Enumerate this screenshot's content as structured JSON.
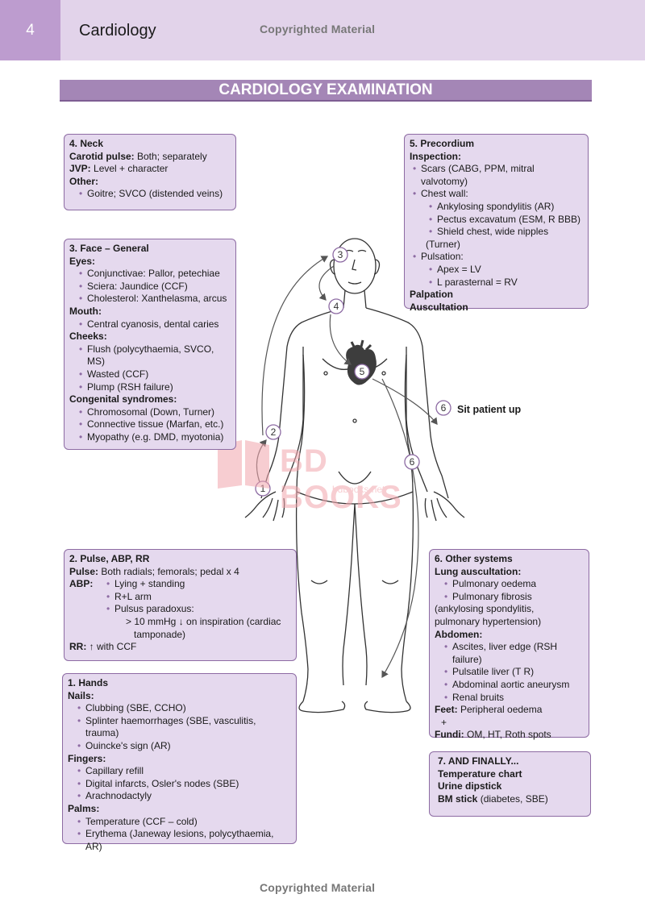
{
  "header": {
    "page_number": "4",
    "chapter": "Cardiology",
    "copyright_top": "Copyrighted Material"
  },
  "title": "CARDIOLOGY EXAMINATION",
  "footer": {
    "copyright_bottom": "Copyrighted Material"
  },
  "watermark": {
    "text": "BD BOOKS",
    "sub": "bdbooks.net"
  },
  "neck": {
    "heading": "4. Neck",
    "carotid_label": "Carotid pulse:",
    "carotid_value": " Both; separately",
    "jvp_label": "JVP:",
    "jvp_value": " Level + character",
    "other_label": "Other:",
    "other_item": "Goitre; SVCO (distended veins)"
  },
  "precordium": {
    "heading": "5. Precordium",
    "inspection_label": "Inspection:",
    "scars": "Scars (CABG, PPM, mitral valvotomy)",
    "chest_wall": "Chest wall:",
    "cw_items": [
      "Ankylosing spondylitis (AR)",
      "Pectus excavatum (ESM, R BBB)",
      "Shield chest, wide nipples"
    ],
    "cw_cont": "(Turner)",
    "pulsation": "Pulsation:",
    "pulsation_items": [
      "Apex = LV",
      "L parasternal = RV"
    ],
    "palpation": "Palpation",
    "auscultation": "Auscultation"
  },
  "face": {
    "heading": "3. Face – General",
    "eyes_label": "Eyes:",
    "eyes_items": [
      "Conjunctivae: Pallor, petechiae",
      "Sciera: Jaundice (CCF)",
      "Cholesterol: Xanthelasma, arcus"
    ],
    "mouth_label": "Mouth:",
    "mouth_items": [
      "Central cyanosis, dental caries"
    ],
    "cheeks_label": "Cheeks:",
    "cheeks_items": [
      "Flush (polycythaemia, SVCO, MS)",
      "Wasted (CCF)",
      "Plump (RSH failure)"
    ],
    "congenital_label": "Congenital syndromes:",
    "congenital_items": [
      "Chromosomal (Down, Turner)",
      "Connective tissue (Marfan, etc.)",
      "Myopathy (e.g. DMD, myotonia)"
    ]
  },
  "pulse": {
    "heading": "2. Pulse, ABP, RR",
    "pulse_label": "Pulse:",
    "pulse_value": " Both radials; femorals; pedal x 4",
    "abp_label": "ABP:",
    "abp_items": [
      "Lying + standing",
      "R+L arm",
      "Pulsus paradoxus:"
    ],
    "abp_sub1": "> 10 mmHg ↓ on inspiration (cardiac",
    "abp_sub2": "tamponade)",
    "rr_label": "RR:",
    "rr_value": " ↑ with CCF"
  },
  "hands": {
    "heading": "1. Hands",
    "nails_label": "Nails:",
    "nails_items": [
      "Clubbing (SBE, CCHO)",
      "Splinter haemorrhages (SBE, vasculitis, trauma)",
      "Ouincke's sign (AR)"
    ],
    "fingers_label": "Fingers:",
    "fingers_items": [
      "Capillary refill",
      "Digital infarcts, Osler's nodes (SBE)",
      "Arachnodactyly"
    ],
    "palms_label": "Palms:",
    "palms_items": [
      "Temperature (CCF – cold)",
      "Erythema (Janeway lesions, polycythaemia, AR)"
    ]
  },
  "other": {
    "heading": "6. Other systems",
    "lung_label": "Lung auscultation:",
    "lung_items": [
      "Pulmonary oedema",
      "Pulmonary fibrosis"
    ],
    "lung_cont1": "(ankylosing spondylitis,",
    "lung_cont2": "pulmonary hypertension)",
    "abdomen_label": "Abdomen:",
    "abdomen_items": [
      "Ascites, liver edge (RSH failure)",
      "Pulsatile liver (T R)",
      "Abdominal aortic aneurysm",
      "Renal bruits"
    ],
    "feet_label": "Feet:",
    "feet_value": " Peripheral oedema",
    "plus": "+",
    "fundi_label": "Fundi:",
    "fundi_value": " OM, HT, Roth spots"
  },
  "finally": {
    "heading": "7. AND FINALLY...",
    "line1": "Temperature chart",
    "line2": "Urine dipstick",
    "line3_label": "BM stick",
    "line3_value": " (diabetes, SBE)"
  },
  "figure": {
    "markers": [
      "1",
      "2",
      "3",
      "4",
      "5",
      "6",
      "6"
    ],
    "sit_label": "Sit patient up"
  },
  "colors": {
    "accent": "#a486b6",
    "box_fill": "#e5d9ee",
    "box_border": "#8d6ba3",
    "header_band": "#e2d3ea"
  }
}
